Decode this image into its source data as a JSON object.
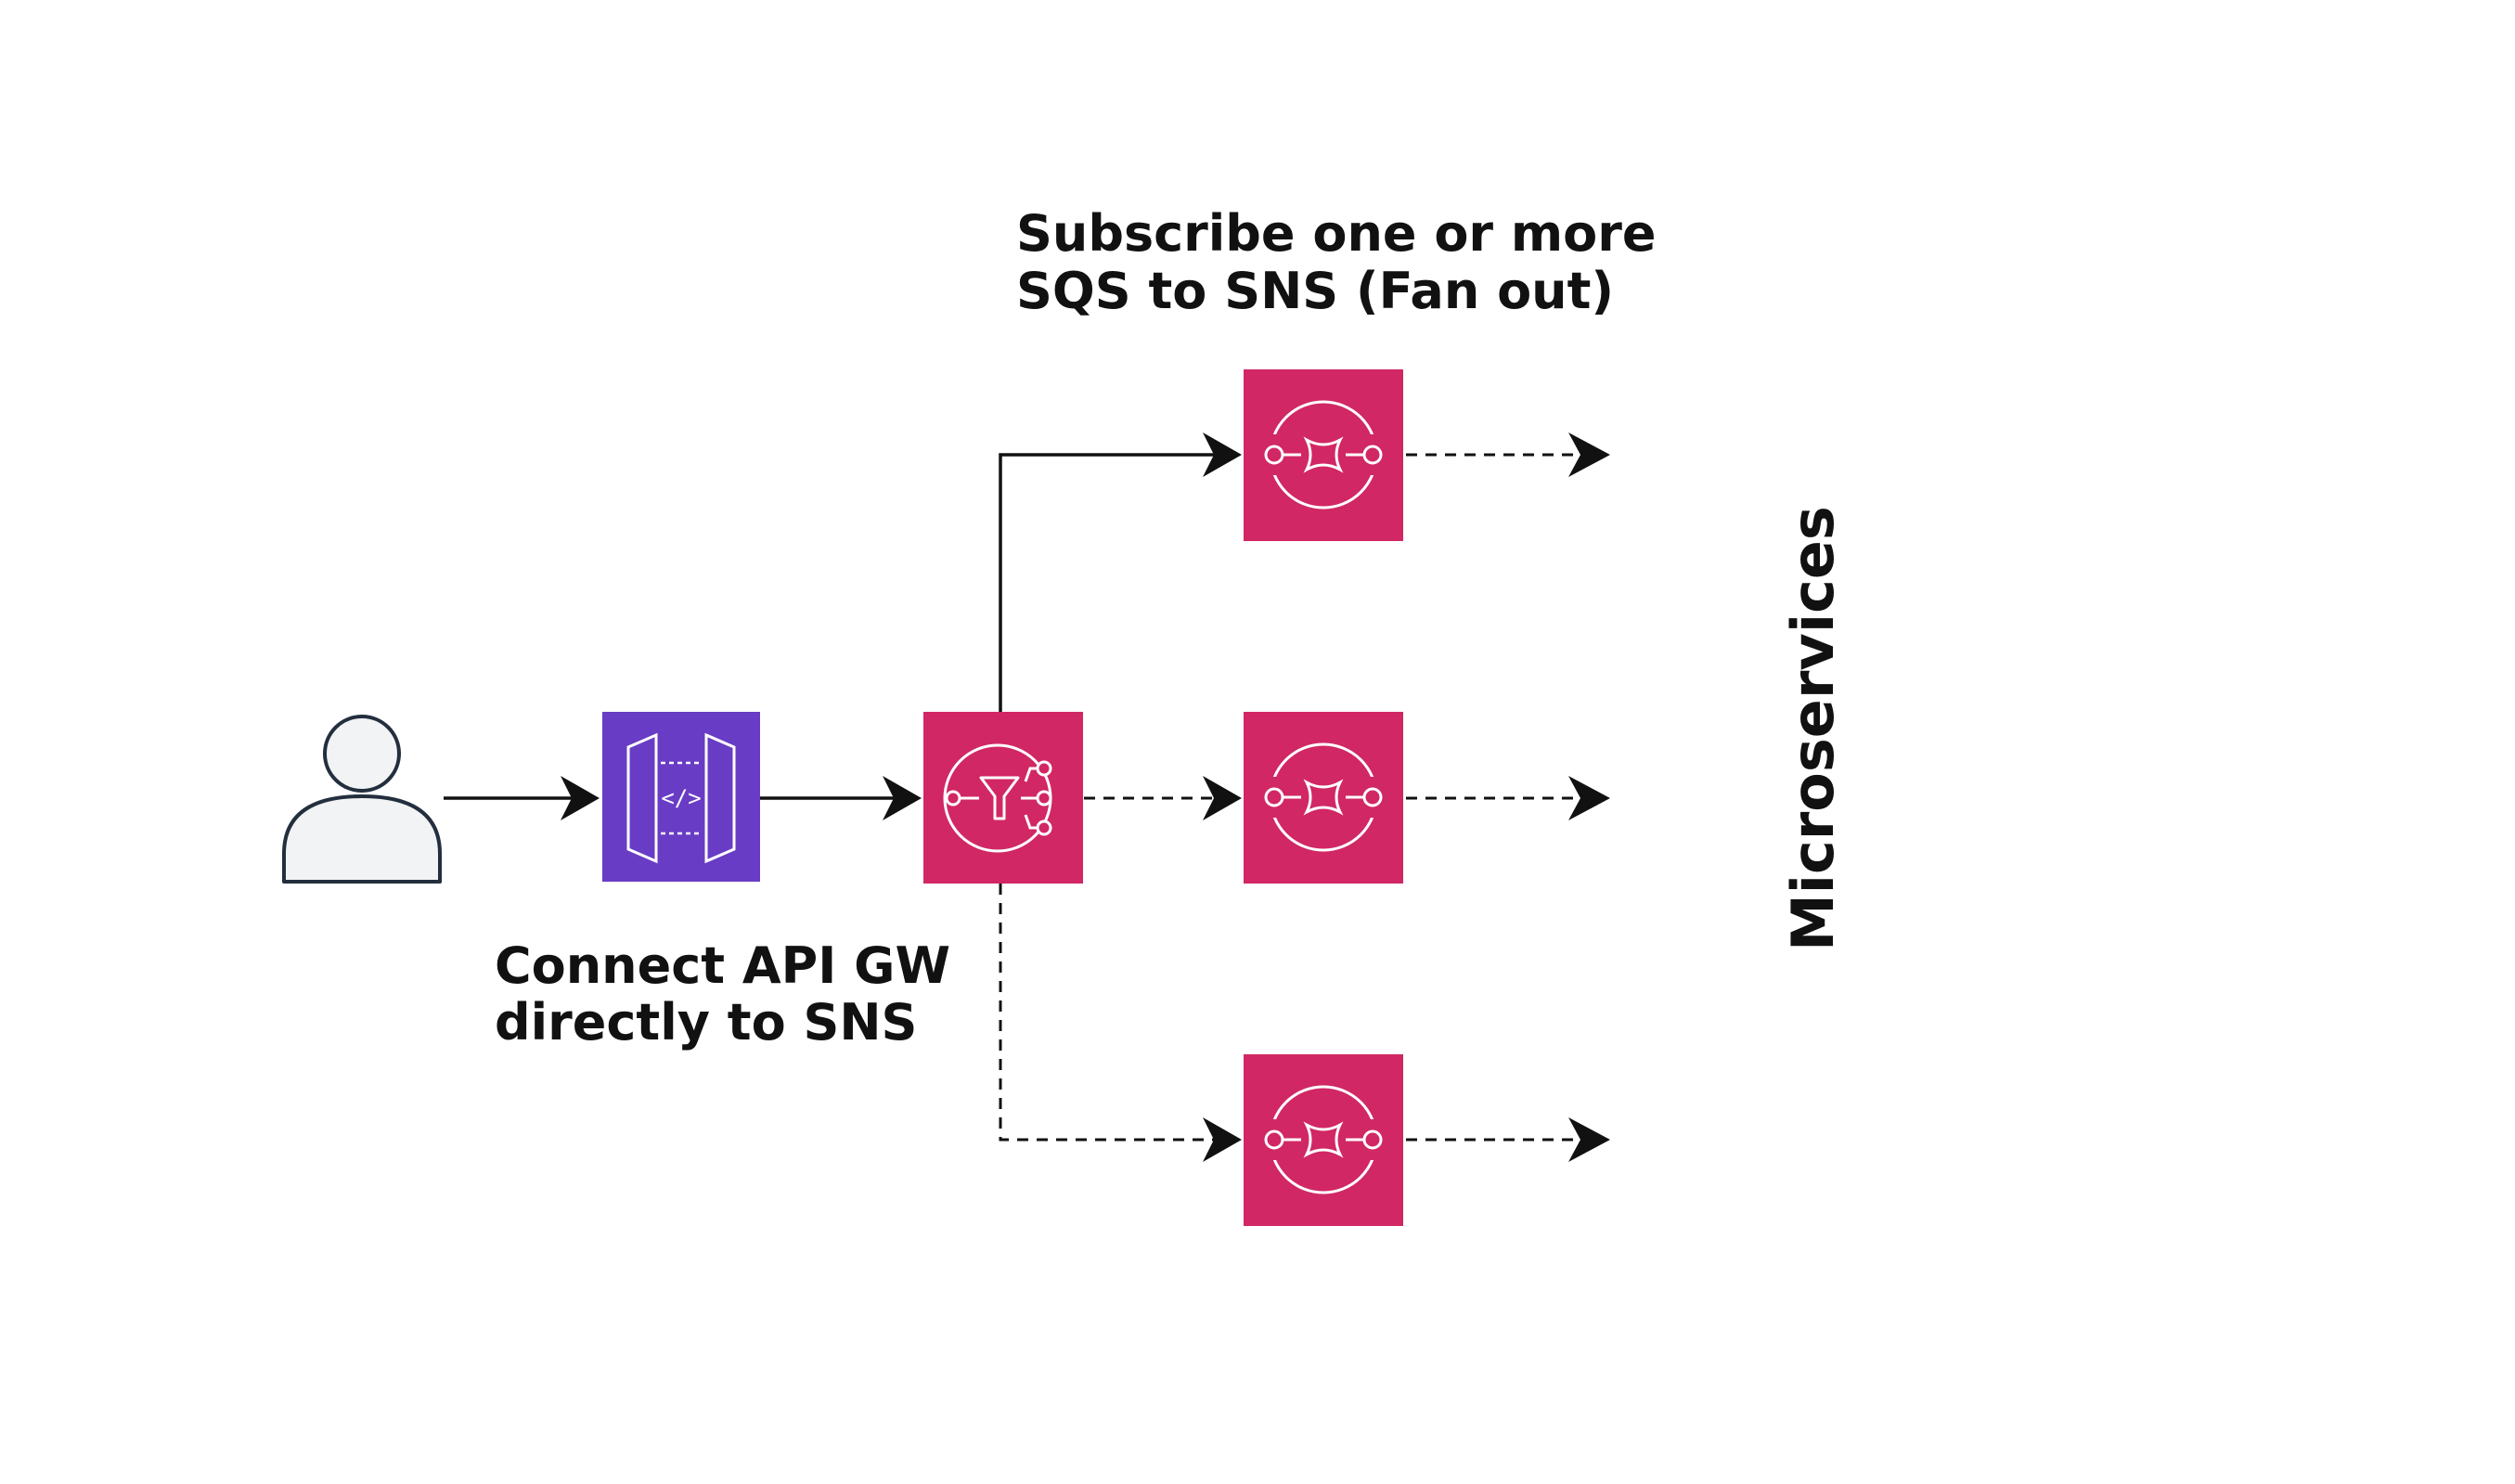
{
  "labels": {
    "fanout_line1": "Subscribe one or more",
    "fanout_line2": "SQS to SNS (Fan out)",
    "apigw_line1": "Connect API GW",
    "apigw_line2": "directly to SNS",
    "microservices": "Microservices"
  },
  "nodes": {
    "user": {
      "icon": "user-icon"
    },
    "api_gateway": {
      "icon": "api-gateway-icon"
    },
    "sns": {
      "icon": "sns-topic-icon"
    },
    "sqs": [
      {
        "icon": "sqs-queue-icon"
      },
      {
        "icon": "sqs-queue-icon"
      },
      {
        "icon": "sqs-queue-icon"
      }
    ]
  },
  "edges": [
    {
      "from": "user",
      "to": "api_gateway",
      "style": "solid"
    },
    {
      "from": "api_gateway",
      "to": "sns",
      "style": "solid"
    },
    {
      "from": "sns",
      "to": "sqs-top",
      "style": "solid"
    },
    {
      "from": "sns",
      "to": "sqs-middle",
      "style": "dashed"
    },
    {
      "from": "sns",
      "to": "sqs-bottom",
      "style": "dashed"
    },
    {
      "from": "sqs-top",
      "to": "microservices",
      "style": "dashed"
    },
    {
      "from": "sqs-middle",
      "to": "microservices",
      "style": "dashed"
    },
    {
      "from": "sqs-bottom",
      "to": "microservices",
      "style": "dashed"
    }
  ],
  "colors": {
    "api_gateway": "#693CC5",
    "sns_sqs": "#D12764",
    "user_fill": "#F2F3F4",
    "stroke": "#222222"
  }
}
